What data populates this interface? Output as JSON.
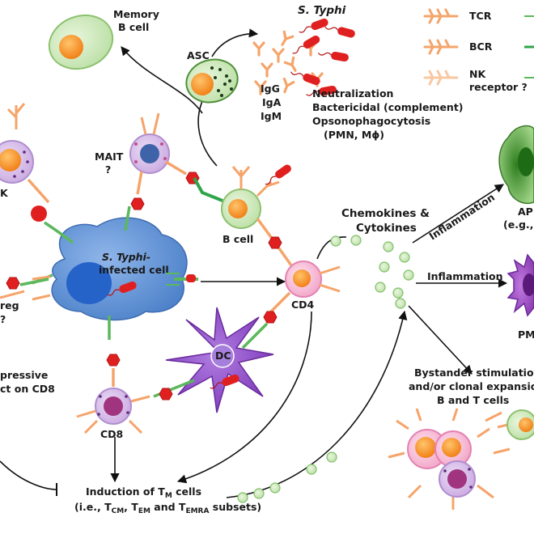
{
  "colors": {
    "orange_core": "#f7901e",
    "orange_receptor": "#f5a46a",
    "green_receptor": "#5cb85c",
    "red_antigen": "#e02020",
    "blue_cell": "#5b8fd6",
    "purple_dc": "#8e44c9",
    "light_green_cell": "#d5ecc2",
    "pink_cell": "#f6b8d5",
    "chemokine_green": "#bfe8b0",
    "apc_green": "#5ea84a",
    "pmn_purple": "#7b2a9e"
  },
  "legend": {
    "tcr": "TCR",
    "bcr": "BCR",
    "nk_line1": "NK",
    "nk_line2": "receptor ?"
  },
  "labels": {
    "memory_b_line1": "Memory",
    "memory_b_line2": "B cell",
    "s_typhi": "S. Typhi",
    "asc": "ASC",
    "igg": "IgG",
    "iga": "IgA",
    "igm": "IgM",
    "effector_1": "Neutralization",
    "effector_2": "Bactericidal (complement)",
    "effector_3": "Opsonophagocytosis",
    "effector_4": "(PMN, Mϕ)",
    "mait_line1": "MAIT",
    "mait_line2": "?",
    "nk_side": "K",
    "b_cell": "B cell",
    "infected_line1": "S. Typhi-",
    "infected_line2": "infected cell",
    "treg_line1": "reg",
    "treg_line2": "?",
    "suppressive_line1": "pressive",
    "suppressive_line2": "ct on CD8",
    "dc": "DC",
    "cd4": "CD4",
    "cd8": "CD8",
    "chemokines_line1": "Chemokines &",
    "chemokines_line2": "Cytokines",
    "inflammation_1": "Inflammation",
    "inflammation_2": "Inflammation",
    "apc_line1": "AP",
    "apc_line2": "(e.g., I",
    "pmn": "PM",
    "bystander_line1": "Bystander stimulation",
    "bystander_line2": "and/or clonal expansion of",
    "bystander_line3": "B and T cells",
    "induction_line1": "Induction of T",
    "induction_sub": "M",
    "induction_line1_end": " cells",
    "induction_line2": "(i.e., T",
    "sub_cm": "CM",
    "sep_1": ", T",
    "sub_em": "EM",
    "sep_2": " and T",
    "sub_emra": "EMRA",
    "induction_line2_end": " subsets)"
  }
}
